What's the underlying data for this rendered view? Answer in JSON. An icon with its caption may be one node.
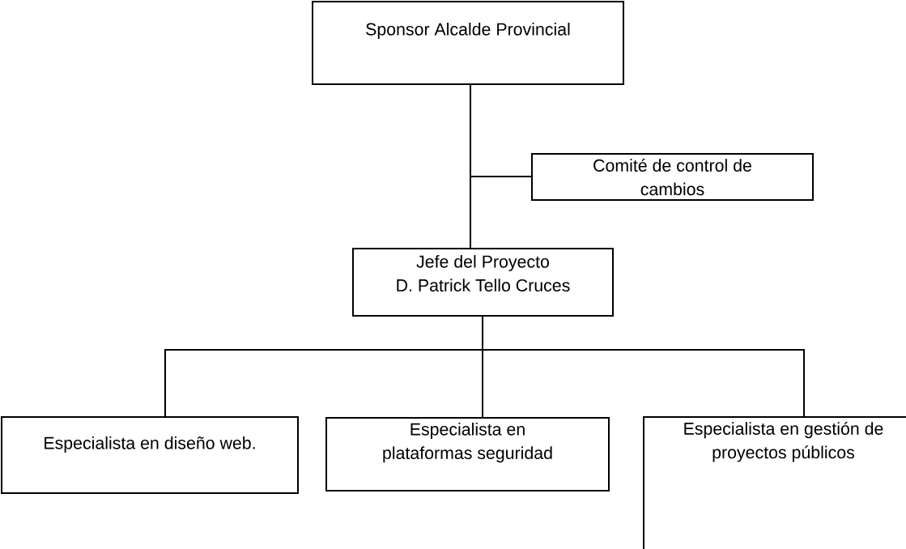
{
  "diagram": {
    "nodes": [
      {
        "text": [
          "Sponsor Alcalde Provincial"
        ]
      },
      {
        "text": [
          "Comité de control de cambios"
        ]
      },
      {
        "text": [
          "Jefe del Proyecto",
          "D. Patrick Tello Cruces"
        ]
      },
      {
        "text": [
          "Especialista en diseño web."
        ]
      },
      {
        "text": [
          "Especialista en plataformas seguridad"
        ]
      },
      {
        "text": [
          "Especialista en gestión de proyectos públicos"
        ]
      }
    ],
    "edges": [
      {
        "from": 0,
        "to": 2,
        "arrow": "none"
      },
      {
        "from": 0,
        "to": 1,
        "arrow": "none"
      },
      {
        "from": 2,
        "to": 3,
        "arrow": "none"
      },
      {
        "from": 2,
        "to": 4,
        "arrow": "none"
      },
      {
        "from": 2,
        "to": 5,
        "arrow": "none"
      }
    ]
  }
}
